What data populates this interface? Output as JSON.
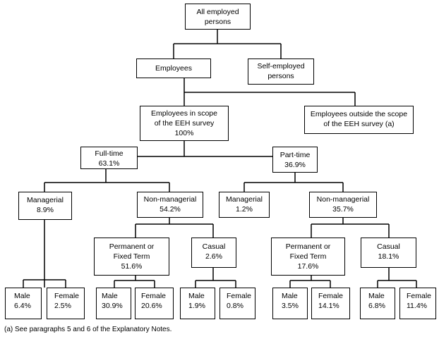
{
  "nodes": {
    "root": {
      "line1": "All employed",
      "line2": "persons"
    },
    "employees": {
      "line1": "Employees"
    },
    "self_employed": {
      "line1": "Self-employed",
      "line2": "persons"
    },
    "in_scope": {
      "line1": "Employees in scope",
      "line2": "of the EEH survey",
      "value": "100%"
    },
    "outside_scope": {
      "line1": "Employees outside the scope",
      "line2": "of the EEH survey (a)"
    },
    "full_time": {
      "line1": "Full-time",
      "value": "63.1%"
    },
    "part_time": {
      "line1": "Part-time",
      "value": "36.9%"
    },
    "ft_managerial": {
      "line1": "Managerial",
      "value": "8.9%"
    },
    "ft_non_managerial": {
      "line1": "Non-managerial",
      "value": "54.2%"
    },
    "pt_managerial": {
      "line1": "Managerial",
      "value": "1.2%"
    },
    "pt_non_managerial": {
      "line1": "Non-managerial",
      "value": "35.7%"
    },
    "ft_permanent": {
      "line1": "Permanent or",
      "line2": "Fixed Term",
      "value": "51.6%"
    },
    "ft_casual": {
      "line1": "Casual",
      "value": "2.6%"
    },
    "pt_permanent": {
      "line1": "Permanent or",
      "line2": "Fixed Term",
      "value": "17.6%"
    },
    "pt_casual": {
      "line1": "Casual",
      "value": "18.1%"
    }
  },
  "leaves": [
    {
      "label": "Male",
      "value": "6.4%"
    },
    {
      "label": "Female",
      "value": "2.5%"
    },
    {
      "label": "Male",
      "value": "30.9%"
    },
    {
      "label": "Female",
      "value": "20.6%"
    },
    {
      "label": "Male",
      "value": "1.9%"
    },
    {
      "label": "Female",
      "value": "0.8%"
    },
    {
      "label": "Male",
      "value": "3.5%"
    },
    {
      "label": "Female",
      "value": "14.1%"
    },
    {
      "label": "Male",
      "value": "6.8%"
    },
    {
      "label": "Female",
      "value": "11.4%"
    }
  ],
  "footnote": "(a) See paragraphs 5 and 6 of the Explanatory Notes."
}
